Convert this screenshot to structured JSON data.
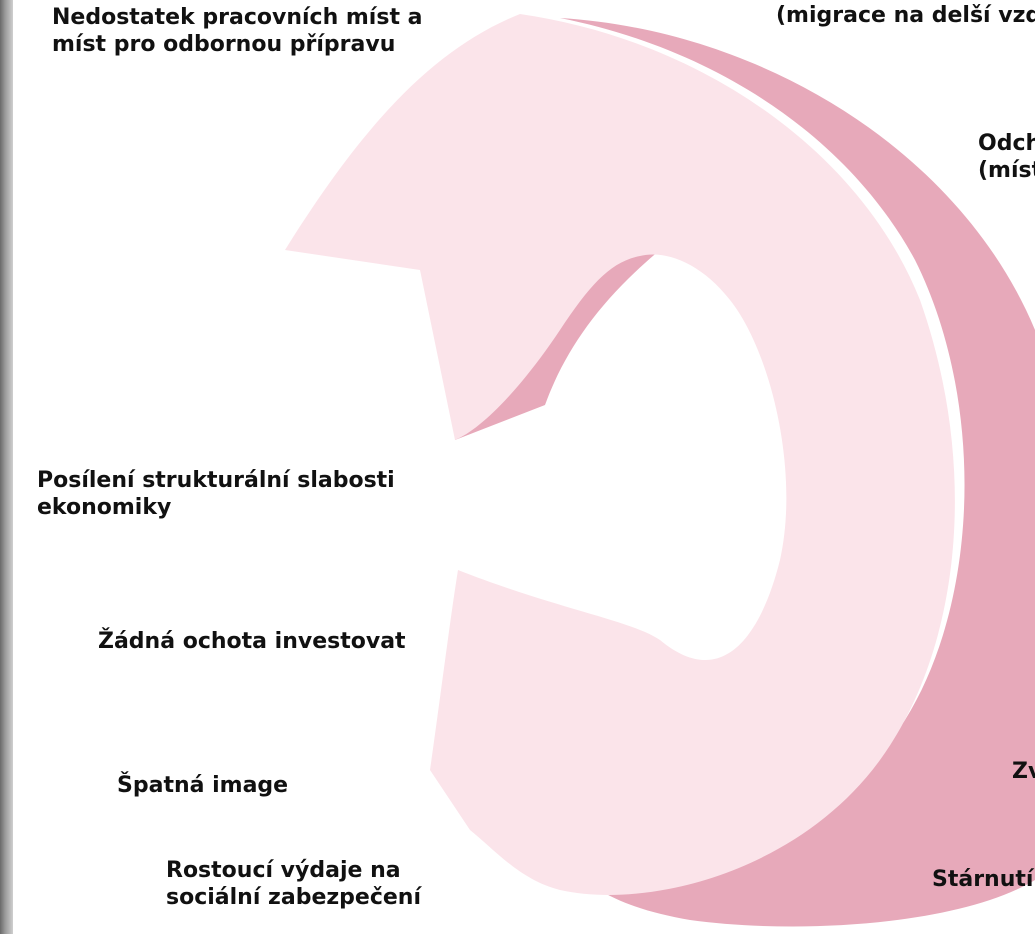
{
  "colors": {
    "arrow_face": "#fbe4ea",
    "arrow_side": "#e7a9ba",
    "text": "#111111",
    "frame": "#8a8a8a"
  },
  "labels": {
    "top_left_cut": "Nedostatek pracovních míst a\nmíst pro odbornou přípravu",
    "top_right_cut": "(migrace na delší vzd",
    "right_upper_cut": "Odch\n(míst",
    "left_structural": "Posílení strukturální slabosti\nekonomiky",
    "left_invest": "Žádná ochota investovat",
    "left_image": "Špatná image",
    "bottom_social": "Rostoucí výdaje na\nsociální zabezpečení",
    "right_zv_cut": "Zv",
    "bottom_right_cut": "Stárnutí"
  }
}
